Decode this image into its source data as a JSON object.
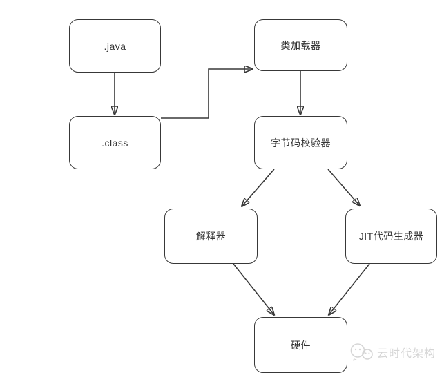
{
  "diagram": {
    "nodes": {
      "java": {
        "label": ".java"
      },
      "class_file": {
        "label": ".class"
      },
      "class_loader": {
        "label": "类加载器"
      },
      "bytecode_verifier": {
        "label": "字节码校验器"
      },
      "interpreter": {
        "label": "解释器"
      },
      "jit_generator": {
        "label": "JIT代码生成器"
      },
      "hardware": {
        "label": "硬件"
      }
    },
    "edges": [
      {
        "from": "java",
        "to": "class_file"
      },
      {
        "from": "class_file",
        "to": "class_loader"
      },
      {
        "from": "class_loader",
        "to": "bytecode_verifier"
      },
      {
        "from": "bytecode_verifier",
        "to": "interpreter"
      },
      {
        "from": "bytecode_verifier",
        "to": "jit_generator"
      },
      {
        "from": "interpreter",
        "to": "hardware"
      },
      {
        "from": "jit_generator",
        "to": "hardware"
      }
    ]
  },
  "watermark": {
    "label": "云时代架构",
    "icon": "wechat-icon"
  },
  "colors": {
    "stroke": "#383838",
    "text": "#333333",
    "background": "#ffffff",
    "watermark": "#d5d5d5"
  }
}
